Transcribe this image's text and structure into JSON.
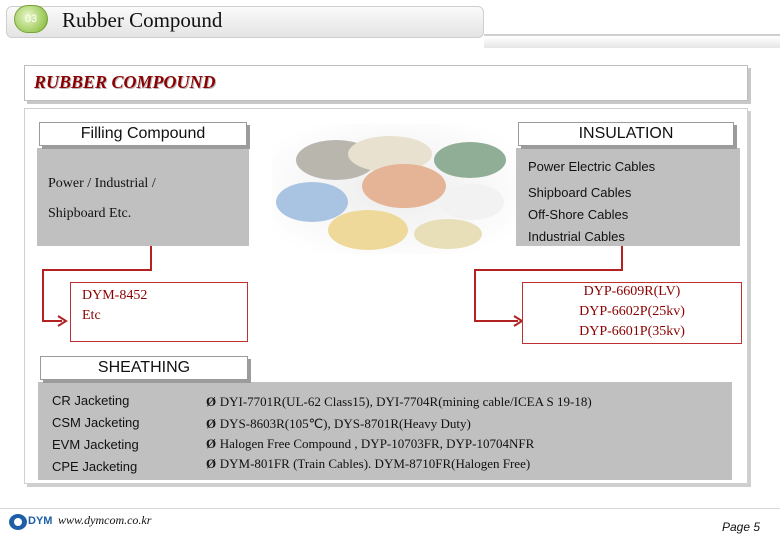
{
  "header": {
    "badge": "03",
    "title": "Rubber Compound"
  },
  "section_title": "RUBBER COMPOUND",
  "filling": {
    "label": "Filling Compound",
    "line1": "Power / Industrial /",
    "line2": "Shipboard Etc.",
    "product_line1": "DYM-8452",
    "product_line2": "Etc"
  },
  "insulation": {
    "label": "INSULATION",
    "items": [
      "Power Electric Cables",
      "Shipboard Cables",
      "Off-Shore Cables",
      "Industrial Cables"
    ],
    "products": [
      "DYP-6609R(LV)",
      "DYP-6602P(25kv)",
      "DYP-6601P(35kv)"
    ]
  },
  "sheathing": {
    "label": "SHEATHING",
    "items": [
      "CR Jacketing",
      "CSM Jacketing",
      "EVM Jacketing",
      "CPE Jacketing"
    ],
    "bullets": [
      "DYI-7701R(UL-62 Class15), DYI-7704R(mining cable/ICEA S 19-18)",
      "DYS-8603R(105℃), DYS-8701R(Heavy Duty)",
      "Halogen Free Compound , DYP-10703FR, DYP-10704NFR",
      "DYM-801FR (Train Cables). DYM-8710FR(Halogen Free)"
    ],
    "bullet_marker": "Ø"
  },
  "footer": {
    "logo_text": "DYM",
    "url": "www.dymcom.co.kr",
    "page": "Page 5"
  },
  "colors": {
    "accent_red": "#8b0000",
    "panel_grey": "#c0c0c0",
    "badge_green": "#9cc95a"
  }
}
